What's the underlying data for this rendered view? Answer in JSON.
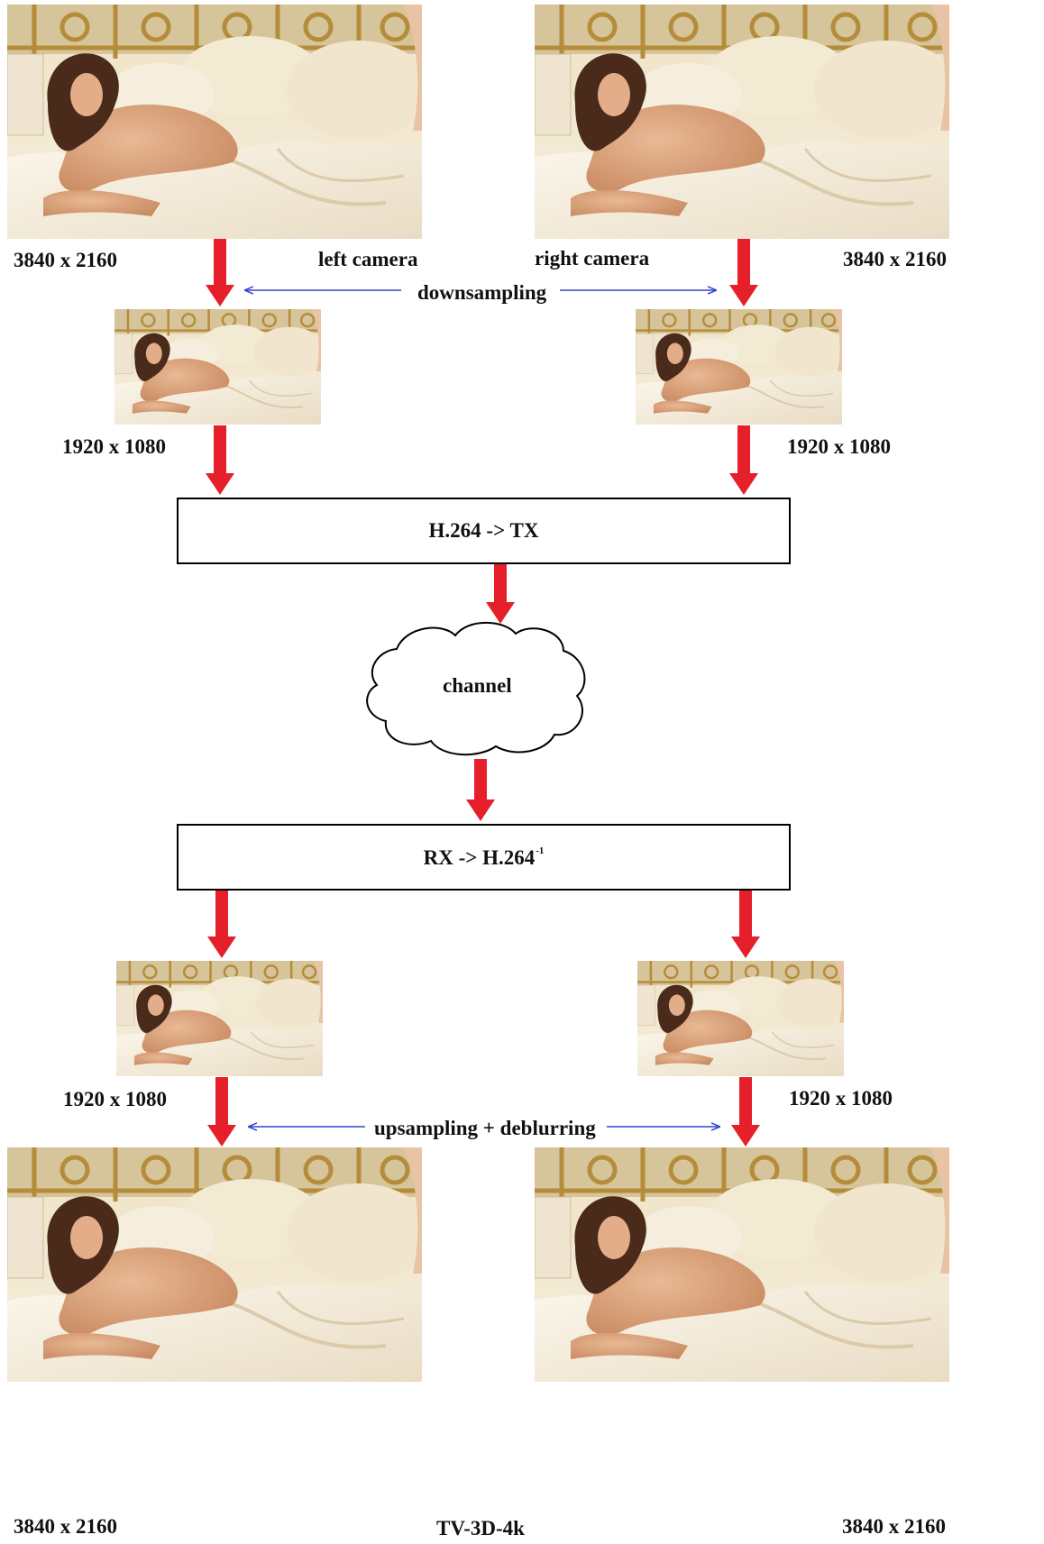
{
  "labels": {
    "left_camera": "left camera",
    "right_camera": "right camera",
    "res_4k": "3840 x 2160",
    "res_hd": "1920 x 1080",
    "downsampling": "downsampling",
    "upsampling": "upsampling + deblurring",
    "title": "TV-3D-4k"
  },
  "blocks": {
    "encoder": "H.264 -> TX",
    "channel": "channel",
    "decoder": "RX -> H.264",
    "decoder_sup": "-1"
  },
  "colors": {
    "arrow_red": "#e5202a",
    "arrow_blue": "#3344cc"
  }
}
